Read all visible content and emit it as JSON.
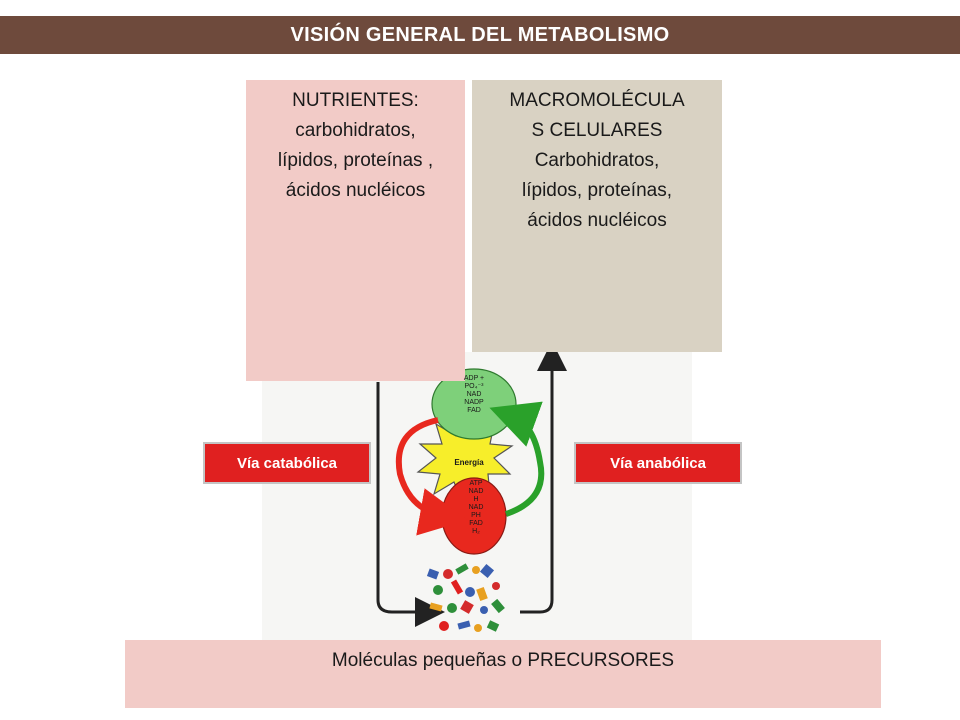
{
  "title": "VISIÓN GENERAL DEL METABOLISMO",
  "nutrients": {
    "lines": [
      "NUTRIENTES:",
      "carbohidratos,",
      "lípidos, proteínas ,",
      "ácidos nucléicos"
    ]
  },
  "macromolecules": {
    "lines": [
      "MACROMOLÉCULA",
      "S CELULARES",
      "Carbohidratos,",
      "lípidos, proteínas,",
      "ácidos nucléicos"
    ]
  },
  "pathways": {
    "catabolic": "Vía catabólica",
    "anabolic": "Vía anabólica"
  },
  "energy": "Energía",
  "green_cycle": {
    "lines": [
      "ADP +",
      "PO₄⁻³",
      "NAD",
      "NADP",
      "FAD"
    ]
  },
  "red_cycle": {
    "lines": [
      "ATP",
      "NAD",
      "H",
      "NAD",
      "PH",
      "FAD",
      "H₂"
    ]
  },
  "precursors": "Moléculas pequeñas o PRECURSORES",
  "colors": {
    "title_bar": "#6e4a3c",
    "nutrients_box": "#f2cbc7",
    "macro_box": "#d9d2c3",
    "pathway_red": "#e02020",
    "energy_star": "#f7ee2a",
    "green_cycle": "#7ed07a",
    "red_cycle": "#e8281e"
  }
}
